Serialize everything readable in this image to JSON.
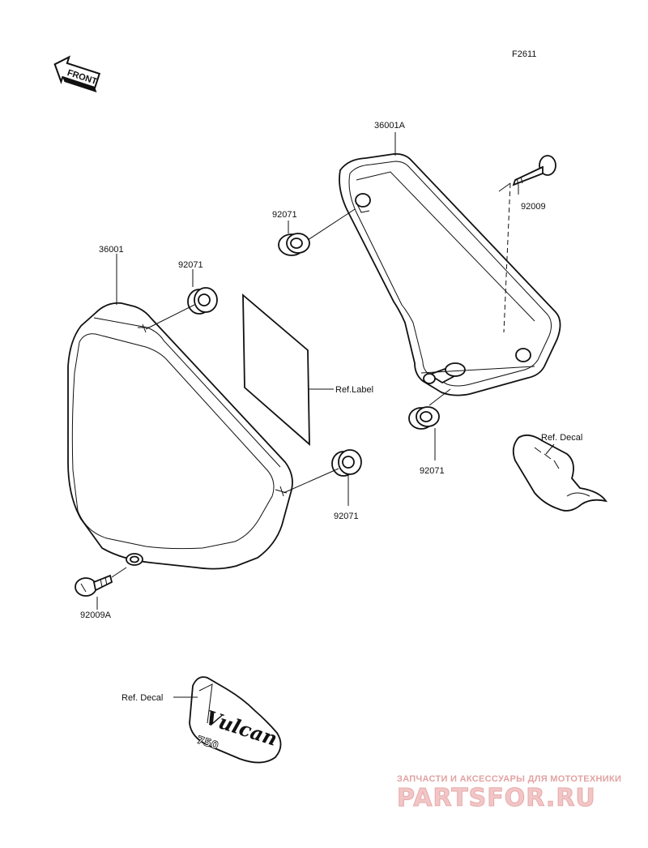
{
  "figure_code": "F2611",
  "front_label": "FRONT",
  "parts": {
    "cover_left": "36001",
    "cover_right": "36001A",
    "bolt_right": "92009",
    "bolt_left": "92009A",
    "grommet_a": "92071",
    "grommet_b": "92071",
    "grommet_c": "92071",
    "grommet_d": "92071"
  },
  "refs": {
    "label": "Ref.Label",
    "decal_right": "Ref. Decal",
    "decal_left": "Ref. Decal"
  },
  "emblem_text": "Vulcan",
  "emblem_number": "750",
  "watermark": {
    "top": "ЗАПЧАСТИ И АКСЕССУАРЫ ДЛЯ МОТОТЕХНИКИ",
    "logo": "PARTSFOR.RU"
  }
}
